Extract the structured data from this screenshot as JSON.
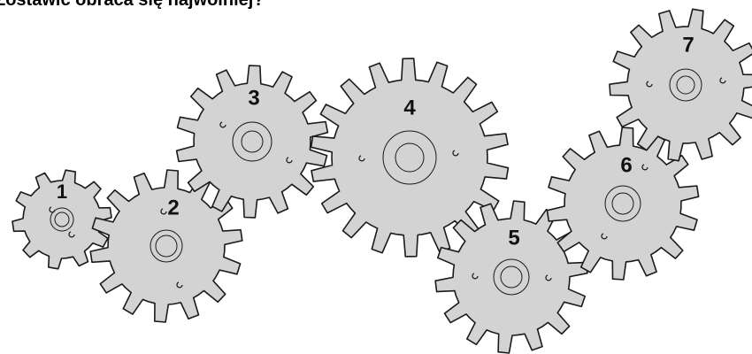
{
  "title": "Zostawić obraca się najwolniej?",
  "colors": {
    "gear_fill": "#d3d3d3",
    "gear_stroke": "#1a1a1a",
    "label": "#111111"
  },
  "gears": [
    {
      "id": 1,
      "label": "1",
      "teeth": 10
    },
    {
      "id": 2,
      "label": "2",
      "teeth": 14
    },
    {
      "id": 3,
      "label": "3",
      "teeth": 14
    },
    {
      "id": 4,
      "label": "4",
      "teeth": 18
    },
    {
      "id": 5,
      "label": "5",
      "teeth": 14
    },
    {
      "id": 6,
      "label": "6",
      "teeth": 14
    },
    {
      "id": 7,
      "label": "7",
      "teeth": 14
    }
  ]
}
